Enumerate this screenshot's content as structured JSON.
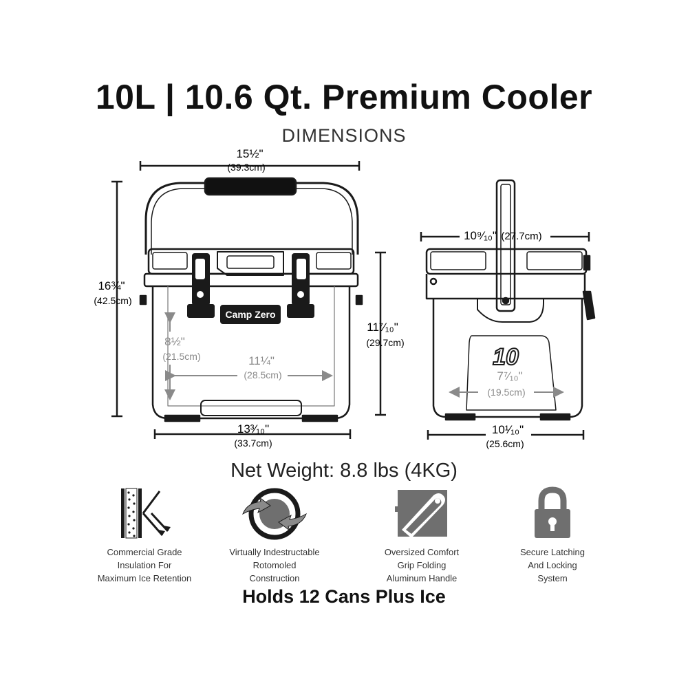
{
  "title": "10L | 10.6 Qt. Premium Cooler",
  "subtitle": "DIMENSIONS",
  "front_view": {
    "width_overall": {
      "imperial": "15½\"",
      "metric": "(39.3cm)"
    },
    "height_overall": {
      "imperial": "16¾\"",
      "metric": "(42.5cm)"
    },
    "body_height": {
      "imperial": "11⁷⁄₁₀\"",
      "metric": "(29.7cm)"
    },
    "interior_depth": {
      "imperial": "8½\"",
      "metric": "(21.5cm)"
    },
    "interior_length": {
      "imperial": "11¼\"",
      "metric": "(28.5cm)"
    },
    "base_width": {
      "imperial": "13³⁄₁₀\"",
      "metric": "(33.7cm)"
    },
    "brand_badge": "Camp Zero"
  },
  "side_view": {
    "lid_depth": {
      "imperial": "10⁹⁄₁₀\"",
      "metric": "(27.7cm)"
    },
    "interior_width": {
      "imperial": "7⁷⁄₁₀\"",
      "metric": "(19.5cm)"
    },
    "base_depth": {
      "imperial": "10¹⁄₁₀\"",
      "metric": "(25.6cm)"
    },
    "size_badge": "10"
  },
  "net_weight": "Net Weight: 8.8 lbs (4KG)",
  "features": [
    {
      "icon": "insulation-icon",
      "lines": [
        "Commercial Grade",
        "Insulation For",
        "Maximum Ice Retention"
      ]
    },
    {
      "icon": "rotomold-icon",
      "lines": [
        "Virtually Indestructable",
        "Rotomoled",
        "Construction"
      ]
    },
    {
      "icon": "handle-icon",
      "lines": [
        "Oversized Comfort",
        "Grip Folding",
        "Aluminum Handle"
      ]
    },
    {
      "icon": "padlock-icon",
      "lines": [
        "Secure Latching",
        "And Locking",
        "System"
      ]
    }
  ],
  "capacity": "Holds 12 Cans Plus Ice",
  "colors": {
    "outline": "#1a1a1a",
    "gray_dim": "#8a8a8a",
    "icon_gray": "#6f6f6f",
    "badge_red": "#c0282d"
  }
}
